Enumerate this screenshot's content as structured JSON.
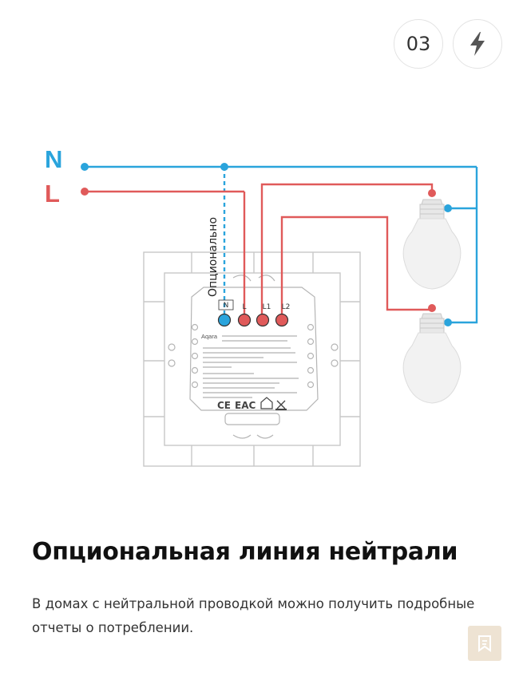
{
  "header": {
    "step_number": "03",
    "power_icon": "lightning-bolt-icon"
  },
  "diagram": {
    "terminal_N_label": "N",
    "terminal_L_label": "L",
    "optional_label": "Опционально",
    "switch_terminals": [
      "N",
      "L",
      "L1",
      "L2"
    ],
    "brand": "Aqara",
    "colors": {
      "neutral_wire": "#2aa4dc",
      "live_wire": "#e05a5a",
      "outline": "#c8c8c8"
    }
  },
  "content": {
    "title": "Опциональная линия нейтрали",
    "description": "В домах с нейтральной проводкой можно получить подробные отчеты о потреблении."
  },
  "corner_button": {
    "icon": "bookmark-icon"
  }
}
